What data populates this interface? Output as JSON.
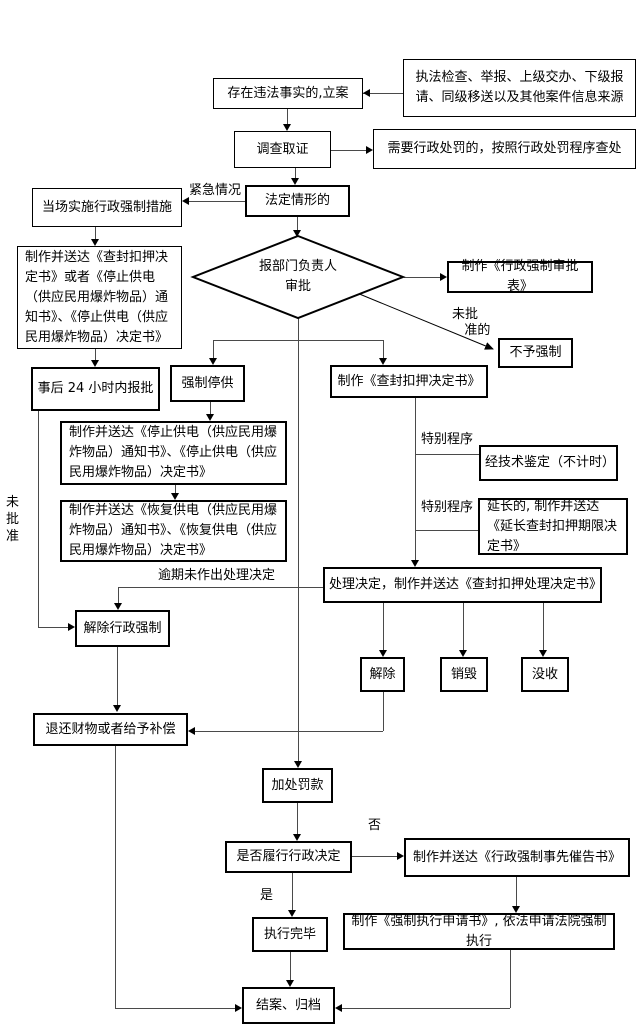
{
  "nodes": {
    "source": "执法检查、举报、上级交办、下级报请、同级移送以及其他案件信息来源",
    "filing": "存在违法事实的,立案",
    "investigate": "调查取证",
    "punish": "需要行政处罚的，按照行政处罚程序查处",
    "legal": "法定情形的",
    "onsite": "当场实施行政强制措施",
    "make_deliver_seizure_or_stop": "制作并送达《查封扣押决定书》或者《停止供电（供应民用爆炸物品）通知书》、《停止供电（供应民用爆炸物品）决定书》",
    "approval_diamond": "报部门负责人\n审批",
    "approval_form": "制作《行政强制审批表》",
    "no_enforce": "不予强制",
    "report_24h": "事后 24 小时内报批",
    "force_stop_supply": "强制停供",
    "seizure_decision": "制作《查封扣押决定书》",
    "stop_supply_docs": "制作并送达《停止供电（供应民用爆炸物品）通知书》、《停止供电（供应民用爆炸物品）决定书》",
    "resume_supply_docs": "制作并送达《恢复供电（供应民用爆炸物品）通知书》、《恢复供电（供应民用爆炸物品）决定书》",
    "technical_appraisal": "经技术鉴定（不计时）",
    "extend_seizure": "延长的, 制作并送达《延长查封扣押期限决定书》",
    "handle_decision": "处理决定，制作并送达《查封扣押处理决定书》",
    "release": "解除",
    "destroy": "销毁",
    "confiscate": "没收",
    "lift_enforcement": "解除行政强制",
    "refund_compensate": "退还财物或者给予补偿",
    "extra_fine": "加处罚款",
    "comply_question": "是否履行行政决定",
    "prior_reminder": "制作并送达《行政强制事先催告书》",
    "executed": "执行完毕",
    "court_enforce": "制作《强制执行申请书》, 依法申请法院强制执行",
    "close_case": "结案、归档"
  },
  "labels": {
    "emergency": "紧急情况",
    "not_approved_diagonal": "未批\n   准的",
    "not_approved_side": "未\n批\n准",
    "special_procedure_1": "特别程序",
    "special_procedure_2": "特别程序",
    "overdue": "逾期未作出处理决定",
    "no": "否",
    "yes": "是"
  },
  "colors": {
    "line": "#4a4a4a",
    "border": "#000000",
    "background": "#ffffff"
  }
}
